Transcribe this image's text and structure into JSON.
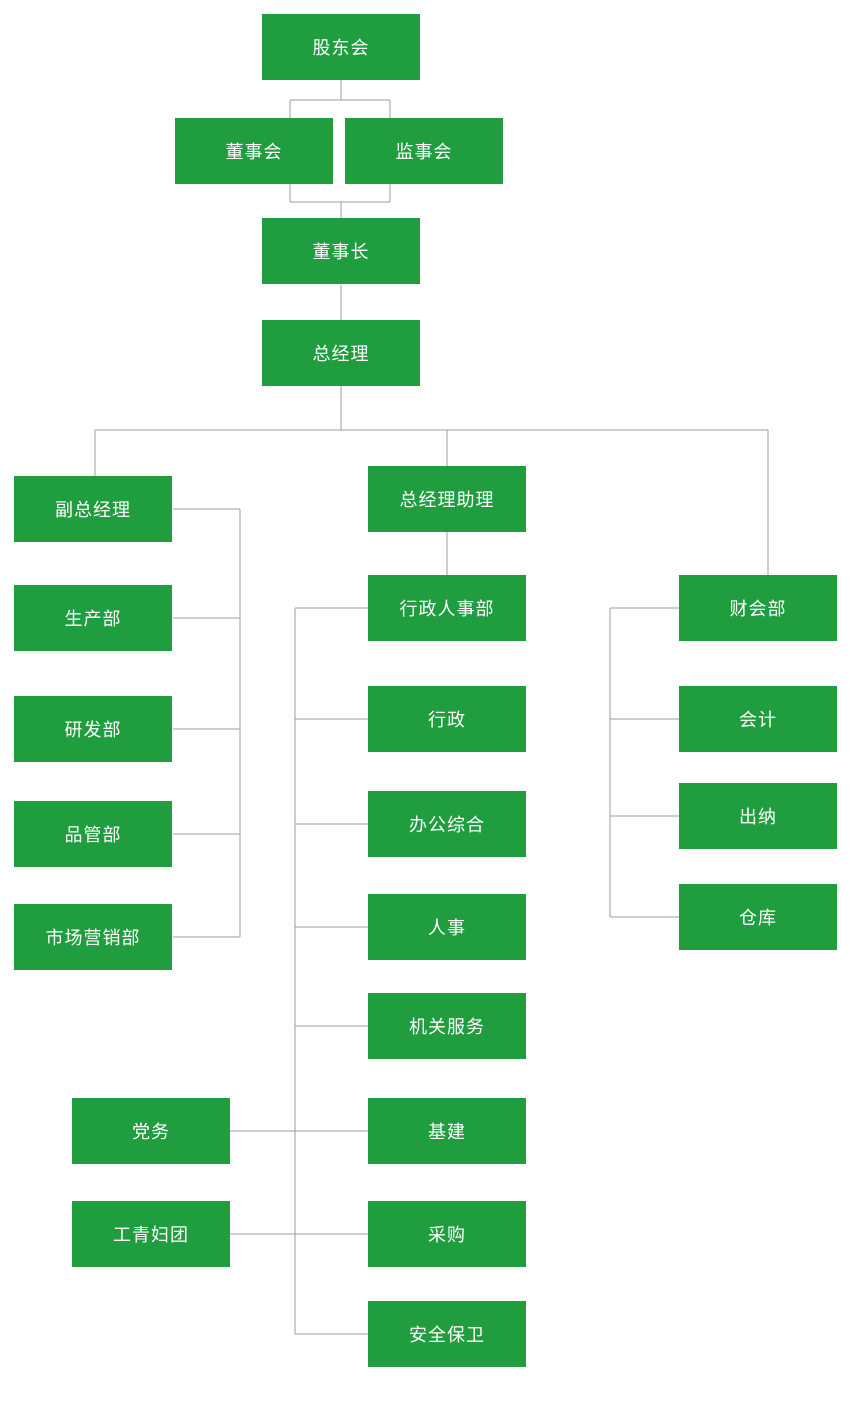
{
  "org_chart": {
    "box_color": "#1f9d3f",
    "text_color": "#ffffff",
    "line_color": "#9e9e9e",
    "nodes": {
      "shareholders_meeting": "股东会",
      "board_of_directors": "董事会",
      "supervisory_board": "监事会",
      "chairman": "董事长",
      "general_manager": "总经理",
      "deputy_general_manager": "副总经理",
      "production_dept": "生产部",
      "rnd_dept": "研发部",
      "quality_dept": "品管部",
      "marketing_dept": "市场营销部",
      "gm_assistant": "总经理助理",
      "admin_hr_dept": "行政人事部",
      "admin": "行政",
      "office_general": "办公综合",
      "hr": "人事",
      "agency_services": "机关服务",
      "infrastructure": "基建",
      "procurement": "采购",
      "security": "安全保卫",
      "party_affairs": "党务",
      "union_youth_women": "工青妇团",
      "finance_accounting_dept": "财会部",
      "accounting": "会计",
      "cashier": "出纳",
      "warehouse": "仓库"
    }
  }
}
